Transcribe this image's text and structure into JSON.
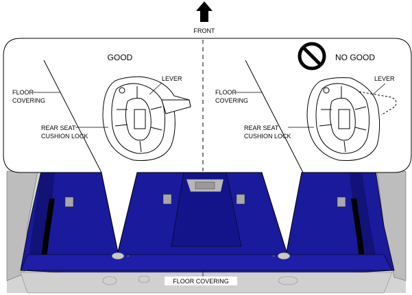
{
  "front_label": "FRONT",
  "good_panel": {
    "title": "GOOD",
    "labels": {
      "floor_covering": [
        "FLOOR",
        "COVERING"
      ],
      "rear_seat_cushion_lock": [
        "REAR SEAT",
        "CUSHION LOCK"
      ],
      "lever": "LEVER"
    }
  },
  "no_good_panel": {
    "title": "NO GOOD",
    "icon": "prohibition-icon",
    "labels": {
      "floor_covering": [
        "FLOOR",
        "COVERING"
      ],
      "rear_seat_cushion_lock": [
        "REAR SEAT",
        "CUSHION LOCK"
      ],
      "lever": "LEVER"
    }
  },
  "bottom_label": "FLOOR COVERING",
  "colors": {
    "floor": "#1a1a9c",
    "floor_dark": "#0c0c5a",
    "body_metal": "#cfcfcf",
    "outline": "#000000"
  }
}
